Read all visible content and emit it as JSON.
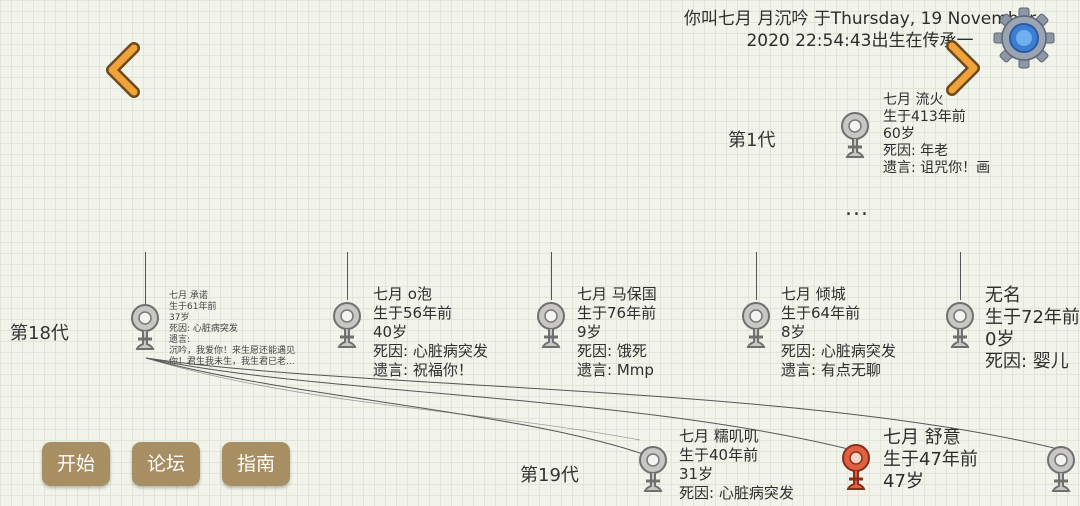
{
  "header": {
    "line1": "你叫七月 月沉吟 于Thursday, 19 November",
    "line2": "2020 22:54:43出生在传承一"
  },
  "icons": {
    "prev": "chevron-left-icon",
    "next": "chevron-right-icon",
    "settings": "gear-icon",
    "figure": "female-symbol-icon"
  },
  "colors": {
    "accent_button": "#a78f63",
    "figure_default": "#c9c7c4",
    "figure_active": "#e06040"
  },
  "generations": {
    "g1": "第1代",
    "g18": "第18代",
    "g19": "第19代"
  },
  "ellipsis": "...",
  "people": {
    "g1": {
      "name": "七月 流火",
      "born": "生于413年前",
      "age": "60岁",
      "death": "死因: 年老",
      "will": "遗言: 诅咒你！画"
    },
    "g18_1": {
      "name": "七月 承诺",
      "born": "生于61年前",
      "age": "37岁",
      "death": "死因: 心脏病突发",
      "will": "遗言:",
      "will_cont1": "沉吟，我爱你！来生愿还能遇见",
      "will_cont2": "你！君生我未生，我生君已老..."
    },
    "g18_2": {
      "name": "七月 o泡",
      "born": "生于56年前",
      "age": "40岁",
      "death": "死因: 心脏病突发",
      "will": "遗言: 祝福你！"
    },
    "g18_3": {
      "name": "七月 马保国",
      "born": "生于76年前",
      "age": "9岁",
      "death": "死因: 饿死",
      "will": "遗言: Mmp"
    },
    "g18_4": {
      "name": "七月 倾城",
      "born": "生于64年前",
      "age": "8岁",
      "death": "死因: 心脏病突发",
      "will": "遗言: 有点无聊"
    },
    "g18_5": {
      "name": "无名",
      "born": "生于72年前",
      "age": "0岁",
      "death": "死因: 婴儿"
    },
    "g19_1": {
      "name": "七月 糯叽叽",
      "born": "生于40年前",
      "age": "31岁",
      "death": "死因: 心脏病突发"
    },
    "g19_2": {
      "name": "七月 舒意",
      "born": "生于47年前",
      "age": "47岁"
    }
  },
  "buttons": {
    "start": "开始",
    "forum": "论坛",
    "guide": "指南"
  }
}
